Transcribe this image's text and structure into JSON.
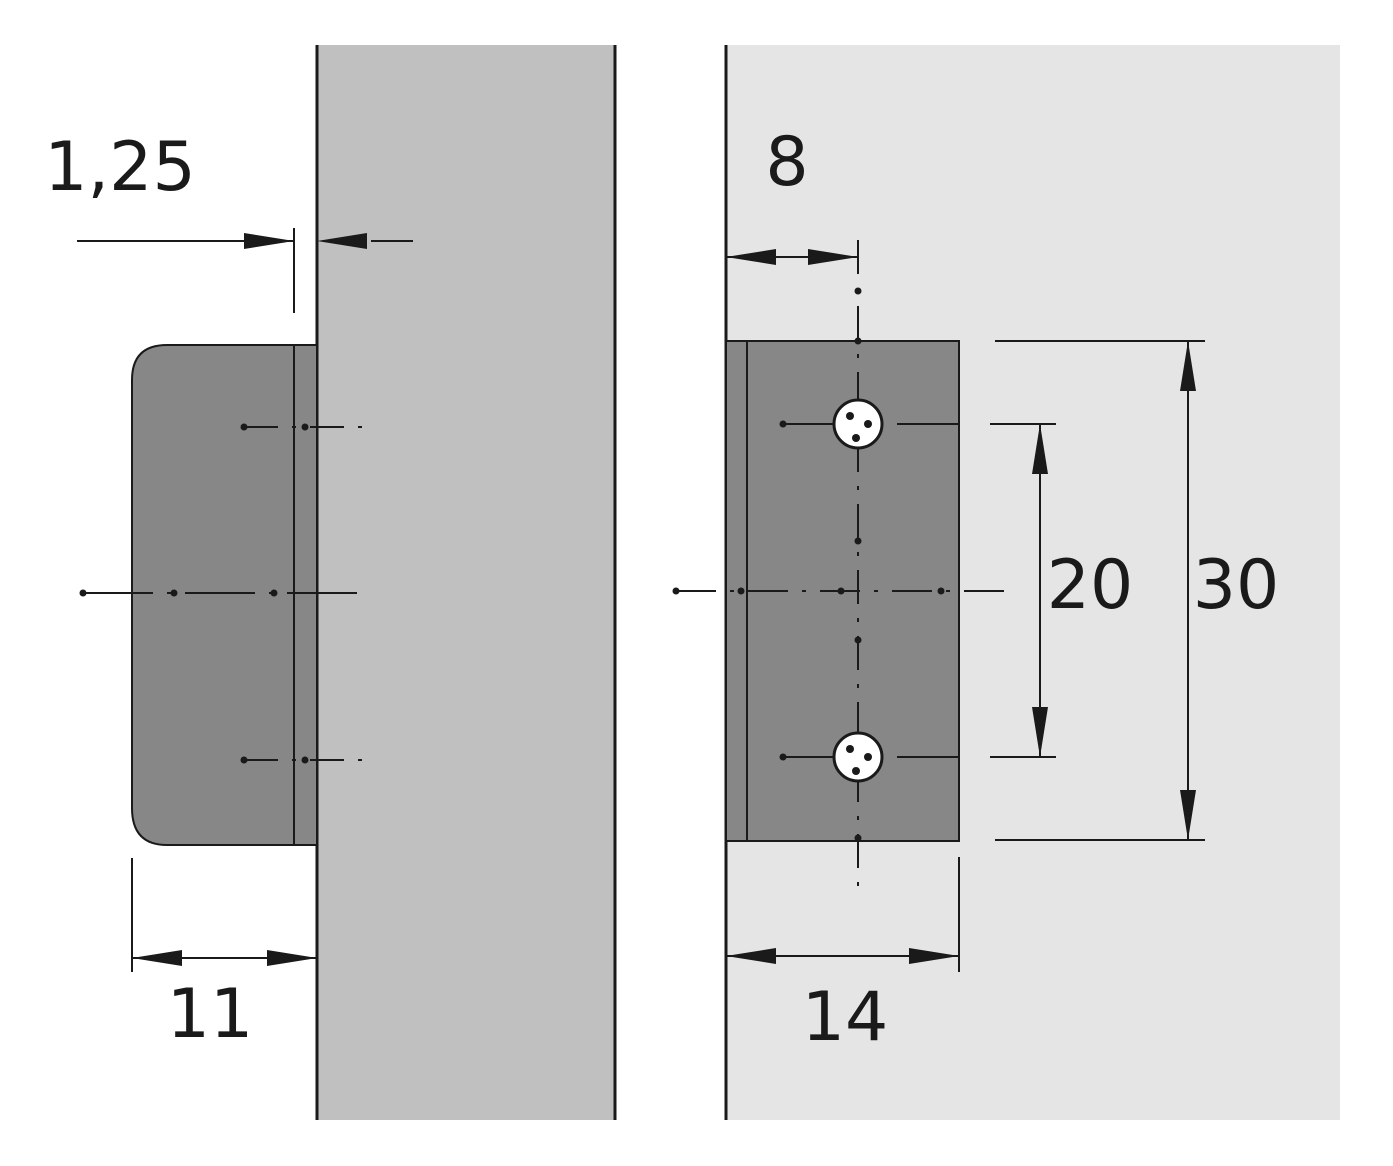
{
  "colors": {
    "wall": "#c0c0c0",
    "panel": "#e5e5e5",
    "part": "#878787",
    "line": "#1a1a1a",
    "hole": "#ffffff"
  },
  "dimensions": {
    "thickness": "1,25",
    "edge_offset": "8",
    "left_depth": "11",
    "plate_width": "14",
    "hole_spacing": "20",
    "plate_height": "30"
  }
}
